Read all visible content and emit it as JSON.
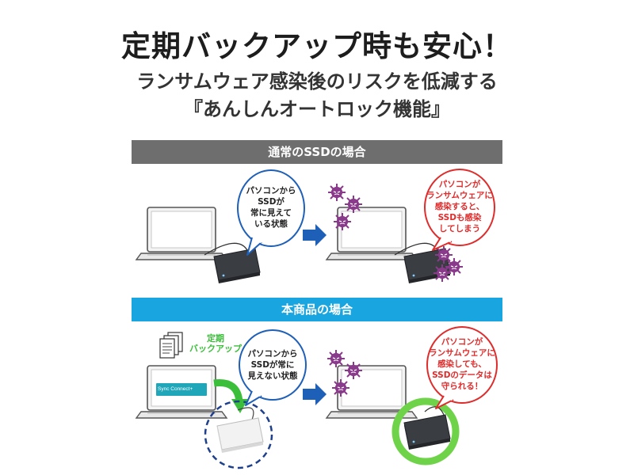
{
  "headline": "定期バックアップ時も安心！",
  "subheadline_1": "ランサムウェア感染後のリスクを低減する",
  "subheadline_2": "『あんしんオートロック機能』",
  "section_normal": {
    "header": "通常のSSDの場合",
    "bubble_left": [
      "パソコンから",
      "SSDが",
      "常に見えて",
      "いる状態"
    ],
    "bubble_right": [
      "パソコンが",
      "ランサムウェアに",
      "感染すると、",
      "SSDも感染",
      "してしまう"
    ]
  },
  "section_product": {
    "header": "本商品の場合",
    "backup_label": [
      "定期",
      "バックアップ"
    ],
    "screen_app": "Sync Connect+",
    "bubble_left": [
      "パソコンから",
      "SSDが常に",
      "見えない状態"
    ],
    "bubble_right": [
      "パソコンが",
      "ランサムウェアに",
      "感染しても、",
      "SSDのデータは",
      "守られる！"
    ]
  },
  "colors": {
    "gray_bar": "#6e6e6e",
    "blue_bar": "#18a5e0",
    "arrow": "#1e5fb8",
    "bubble_blue": "#1e5fb8",
    "bubble_red": "#e02b2b",
    "virus": "#8a3a8a",
    "safe_ring": "#6fd34a",
    "backup_arrow": "#3bbf3b"
  }
}
